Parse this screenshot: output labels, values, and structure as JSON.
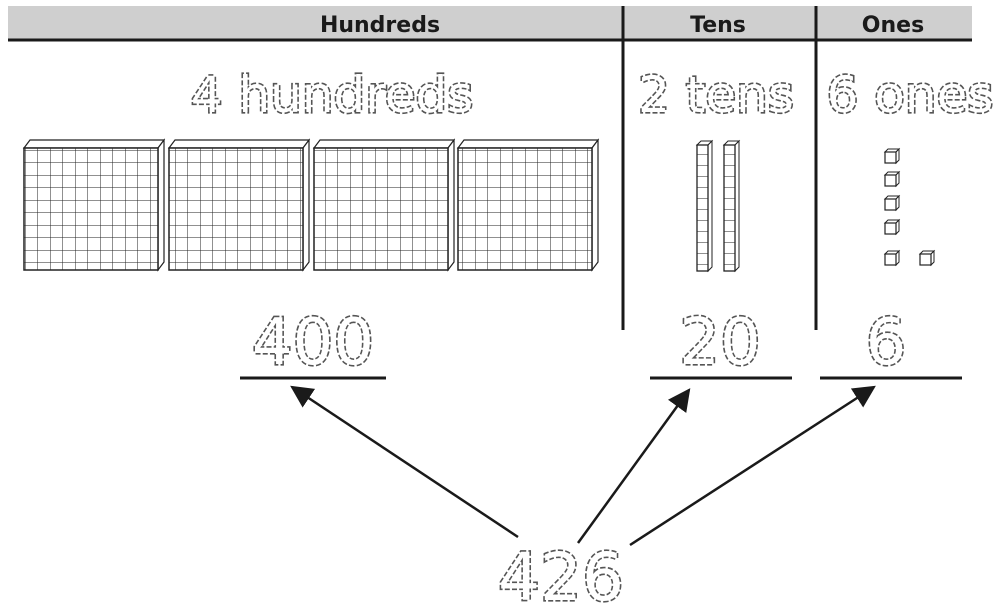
{
  "headers": {
    "hundreds": "Hundreds",
    "tens": "Tens",
    "ones": "Ones"
  },
  "word_labels": {
    "hundreds": "4 hundreds",
    "tens": "2 tens",
    "ones": "6 ones"
  },
  "digit_values": {
    "hundreds": "400",
    "tens": "20",
    "ones": "6"
  },
  "total_number": "426",
  "blocks": {
    "hundreds_flats": 4,
    "tens_rods": 2,
    "ones_cubes": 6
  },
  "colors": {
    "header_bar": "#cfcfcf",
    "line": "#1a1a1a",
    "tracing_outline": "#555555"
  }
}
